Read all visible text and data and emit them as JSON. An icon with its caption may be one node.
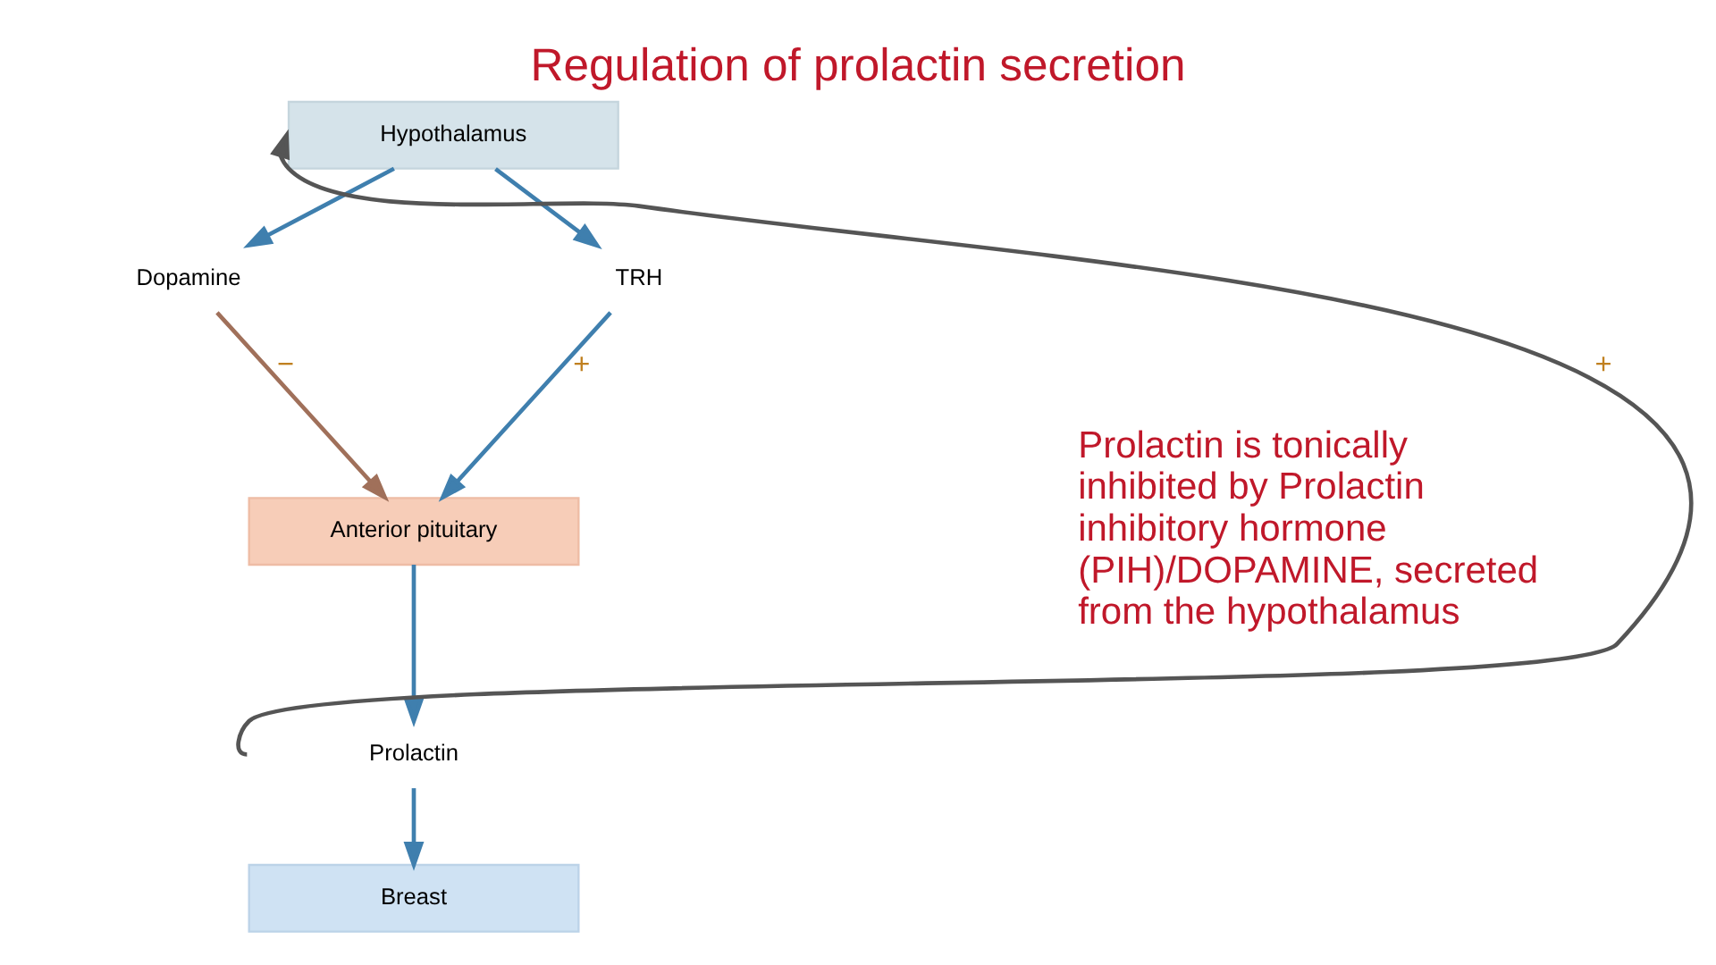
{
  "diagram": {
    "title": "Regulation of prolactin secretion",
    "nodes": [
      {
        "text": [
          "Hypothalamus"
        ]
      },
      {
        "text": [
          "Dopamine"
        ]
      },
      {
        "text": [
          "TRH"
        ]
      },
      {
        "text": [
          "Anterior pituitary"
        ]
      },
      {
        "text": [
          "Prolactin"
        ]
      },
      {
        "text": [
          "Breast"
        ]
      }
    ],
    "edges": [
      {
        "from": 0,
        "to": 1,
        "arrow": "to"
      },
      {
        "from": 0,
        "to": 2,
        "arrow": "to"
      },
      {
        "from": 1,
        "to": 3,
        "arrow": "to",
        "label": "−",
        "color": "#a0705a"
      },
      {
        "from": 2,
        "to": 3,
        "arrow": "to",
        "label": "+"
      },
      {
        "from": 3,
        "to": 4,
        "arrow": "to"
      },
      {
        "from": 4,
        "to": 5,
        "arrow": "to"
      },
      {
        "from": 4,
        "to": 0,
        "arrow": "to",
        "label": "+",
        "color": "#555555"
      }
    ],
    "labels": [
      "Prolactin is tonically inhibited by Prolactin inhibitory hormone (PIH)/DOPAMINE, secreted from the hypothalamus"
    ]
  }
}
